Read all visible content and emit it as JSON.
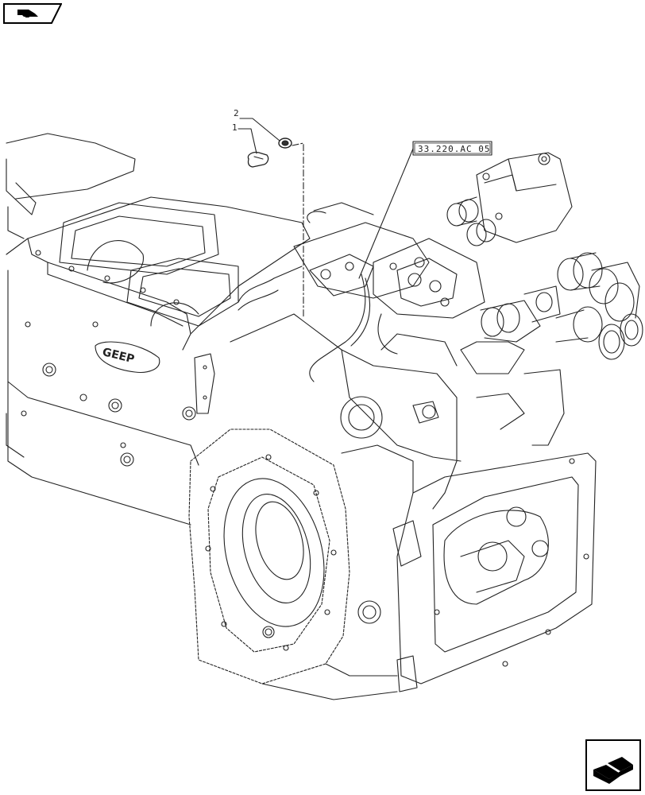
{
  "diagram": {
    "callouts": [
      {
        "id": "2",
        "label": "2"
      },
      {
        "id": "1",
        "label": "1"
      }
    ],
    "reference": "33.220.AC 05"
  },
  "navigation": {
    "prev_icon": "arrow-prev-icon",
    "next_icon": "arrow-next-icon"
  }
}
